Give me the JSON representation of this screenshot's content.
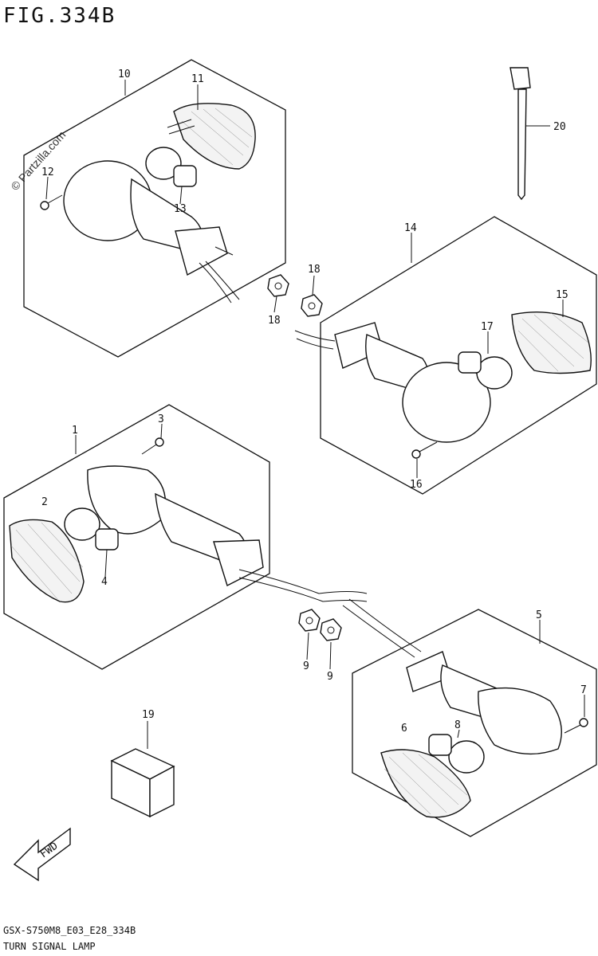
{
  "figure": {
    "title": "FIG.334B",
    "watermark": "© Partzilla.com",
    "code": "GSX-S750M8_E03_E28_334B",
    "subtitle": "TURN SIGNAL LAMP"
  },
  "callouts": {
    "c1": "1",
    "c2": "2",
    "c3": "3",
    "c4": "4",
    "c5": "5",
    "c6": "6",
    "c7": "7",
    "c8": "8",
    "c9a": "9",
    "c9b": "9",
    "c10": "10",
    "c11": "11",
    "c12": "12",
    "c13": "13",
    "c14": "14",
    "c15": "15",
    "c16": "16",
    "c17": "17",
    "c18a": "18",
    "c18b": "18",
    "c19": "19",
    "c20": "20"
  },
  "fwd_label": "FWD"
}
